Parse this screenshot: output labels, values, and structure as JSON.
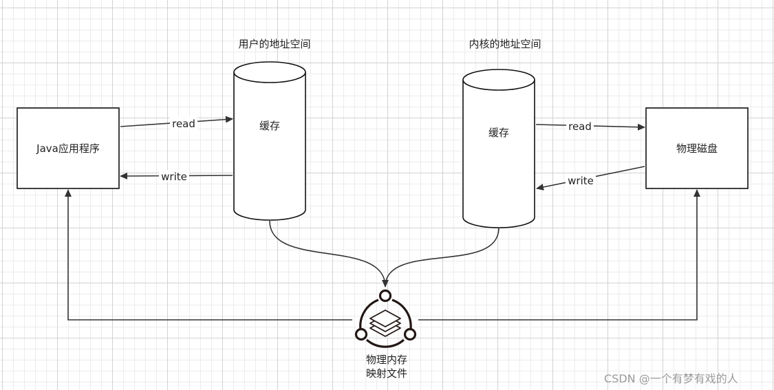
{
  "nodes": {
    "java_app": "Java应用程序",
    "physical_disk": "物理磁盘",
    "user_space_title": "用户的地址空间",
    "kernel_space_title": "内核的地址空间",
    "user_cache": "缓存",
    "kernel_cache": "缓存",
    "mmap_line1": "物理内存",
    "mmap_line2": "映射文件"
  },
  "edges": {
    "user_read": "read",
    "user_write": "write",
    "kernel_read": "read",
    "kernel_write": "write"
  },
  "icon": "memory-mapped-file-icon",
  "watermark": "CSDN @一个有梦有戏的人"
}
